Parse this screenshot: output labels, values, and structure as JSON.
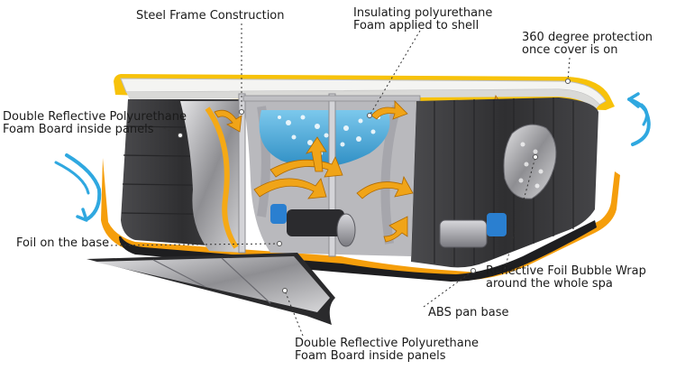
{
  "callouts": {
    "steel_frame": "Steel Frame Construction",
    "insulating_foam": "Insulating polyurethane\nFoam applied to shell",
    "protection_360": "360 degree protection\nonce cover is on",
    "double_reflective_top": "Double Reflective Polyurethane\nFoam Board inside panels",
    "foil_base": "Foil on the base",
    "reflective_bubble": "Reflective Foil Bubble Wrap\naround the whole spa",
    "abs_pan": "ABS pan base",
    "double_reflective_bottom": "Double Reflective Polyurethane\nFoam Board inside panels"
  },
  "colors": {
    "cover_glow": "#f5b800",
    "cabinet": "#3a3a3c",
    "water": "#3fa6d8",
    "heat_arrow": "#f0a418",
    "circulation_arrow": "#2fa8e0",
    "foil": "#c9c9cb"
  },
  "icons": [
    "circulation-arrow-left-icon",
    "circulation-arrow-right-icon",
    "heat-flow-arrow-icon"
  ]
}
